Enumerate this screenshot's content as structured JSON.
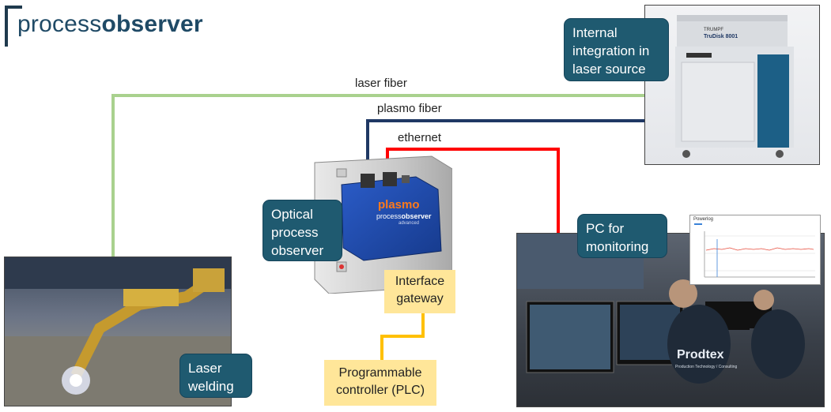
{
  "logo": {
    "prefix": "process",
    "suffix": "observer"
  },
  "connections": {
    "laser_fiber": "laser fiber",
    "plasmo_fiber": "plasmo fiber",
    "ethernet": "ethernet"
  },
  "callouts": {
    "internal_integration": "Internal integration in laser source",
    "optical_observer": "Optical process observer",
    "pc_monitoring": "PC for monitoring",
    "laser_welding": "Laser welding"
  },
  "boxes": {
    "interface_gateway": "Interface gateway",
    "plc": "Programmable controller (PLC)"
  },
  "device": {
    "brand": "plasmo",
    "model_prefix": "process",
    "model_suffix": "observer",
    "edition": "advanced"
  },
  "laser_source": {
    "brand": "TRUMPF",
    "model": "TruDisk 8001"
  },
  "shirt_text": {
    "brand": "Prodtex",
    "tagline": "Production Technology / Consulting"
  },
  "chart_popup": {
    "title": "Powerlog"
  },
  "colors": {
    "laser_fiber": "#a9d18e",
    "plasmo_fiber": "#1f3864",
    "ethernet": "#ff0000",
    "plc_link": "#ffc000",
    "callout_bg": "#1f5a70",
    "yellow_box": "#ffe699",
    "logo": "#1f4a66"
  }
}
